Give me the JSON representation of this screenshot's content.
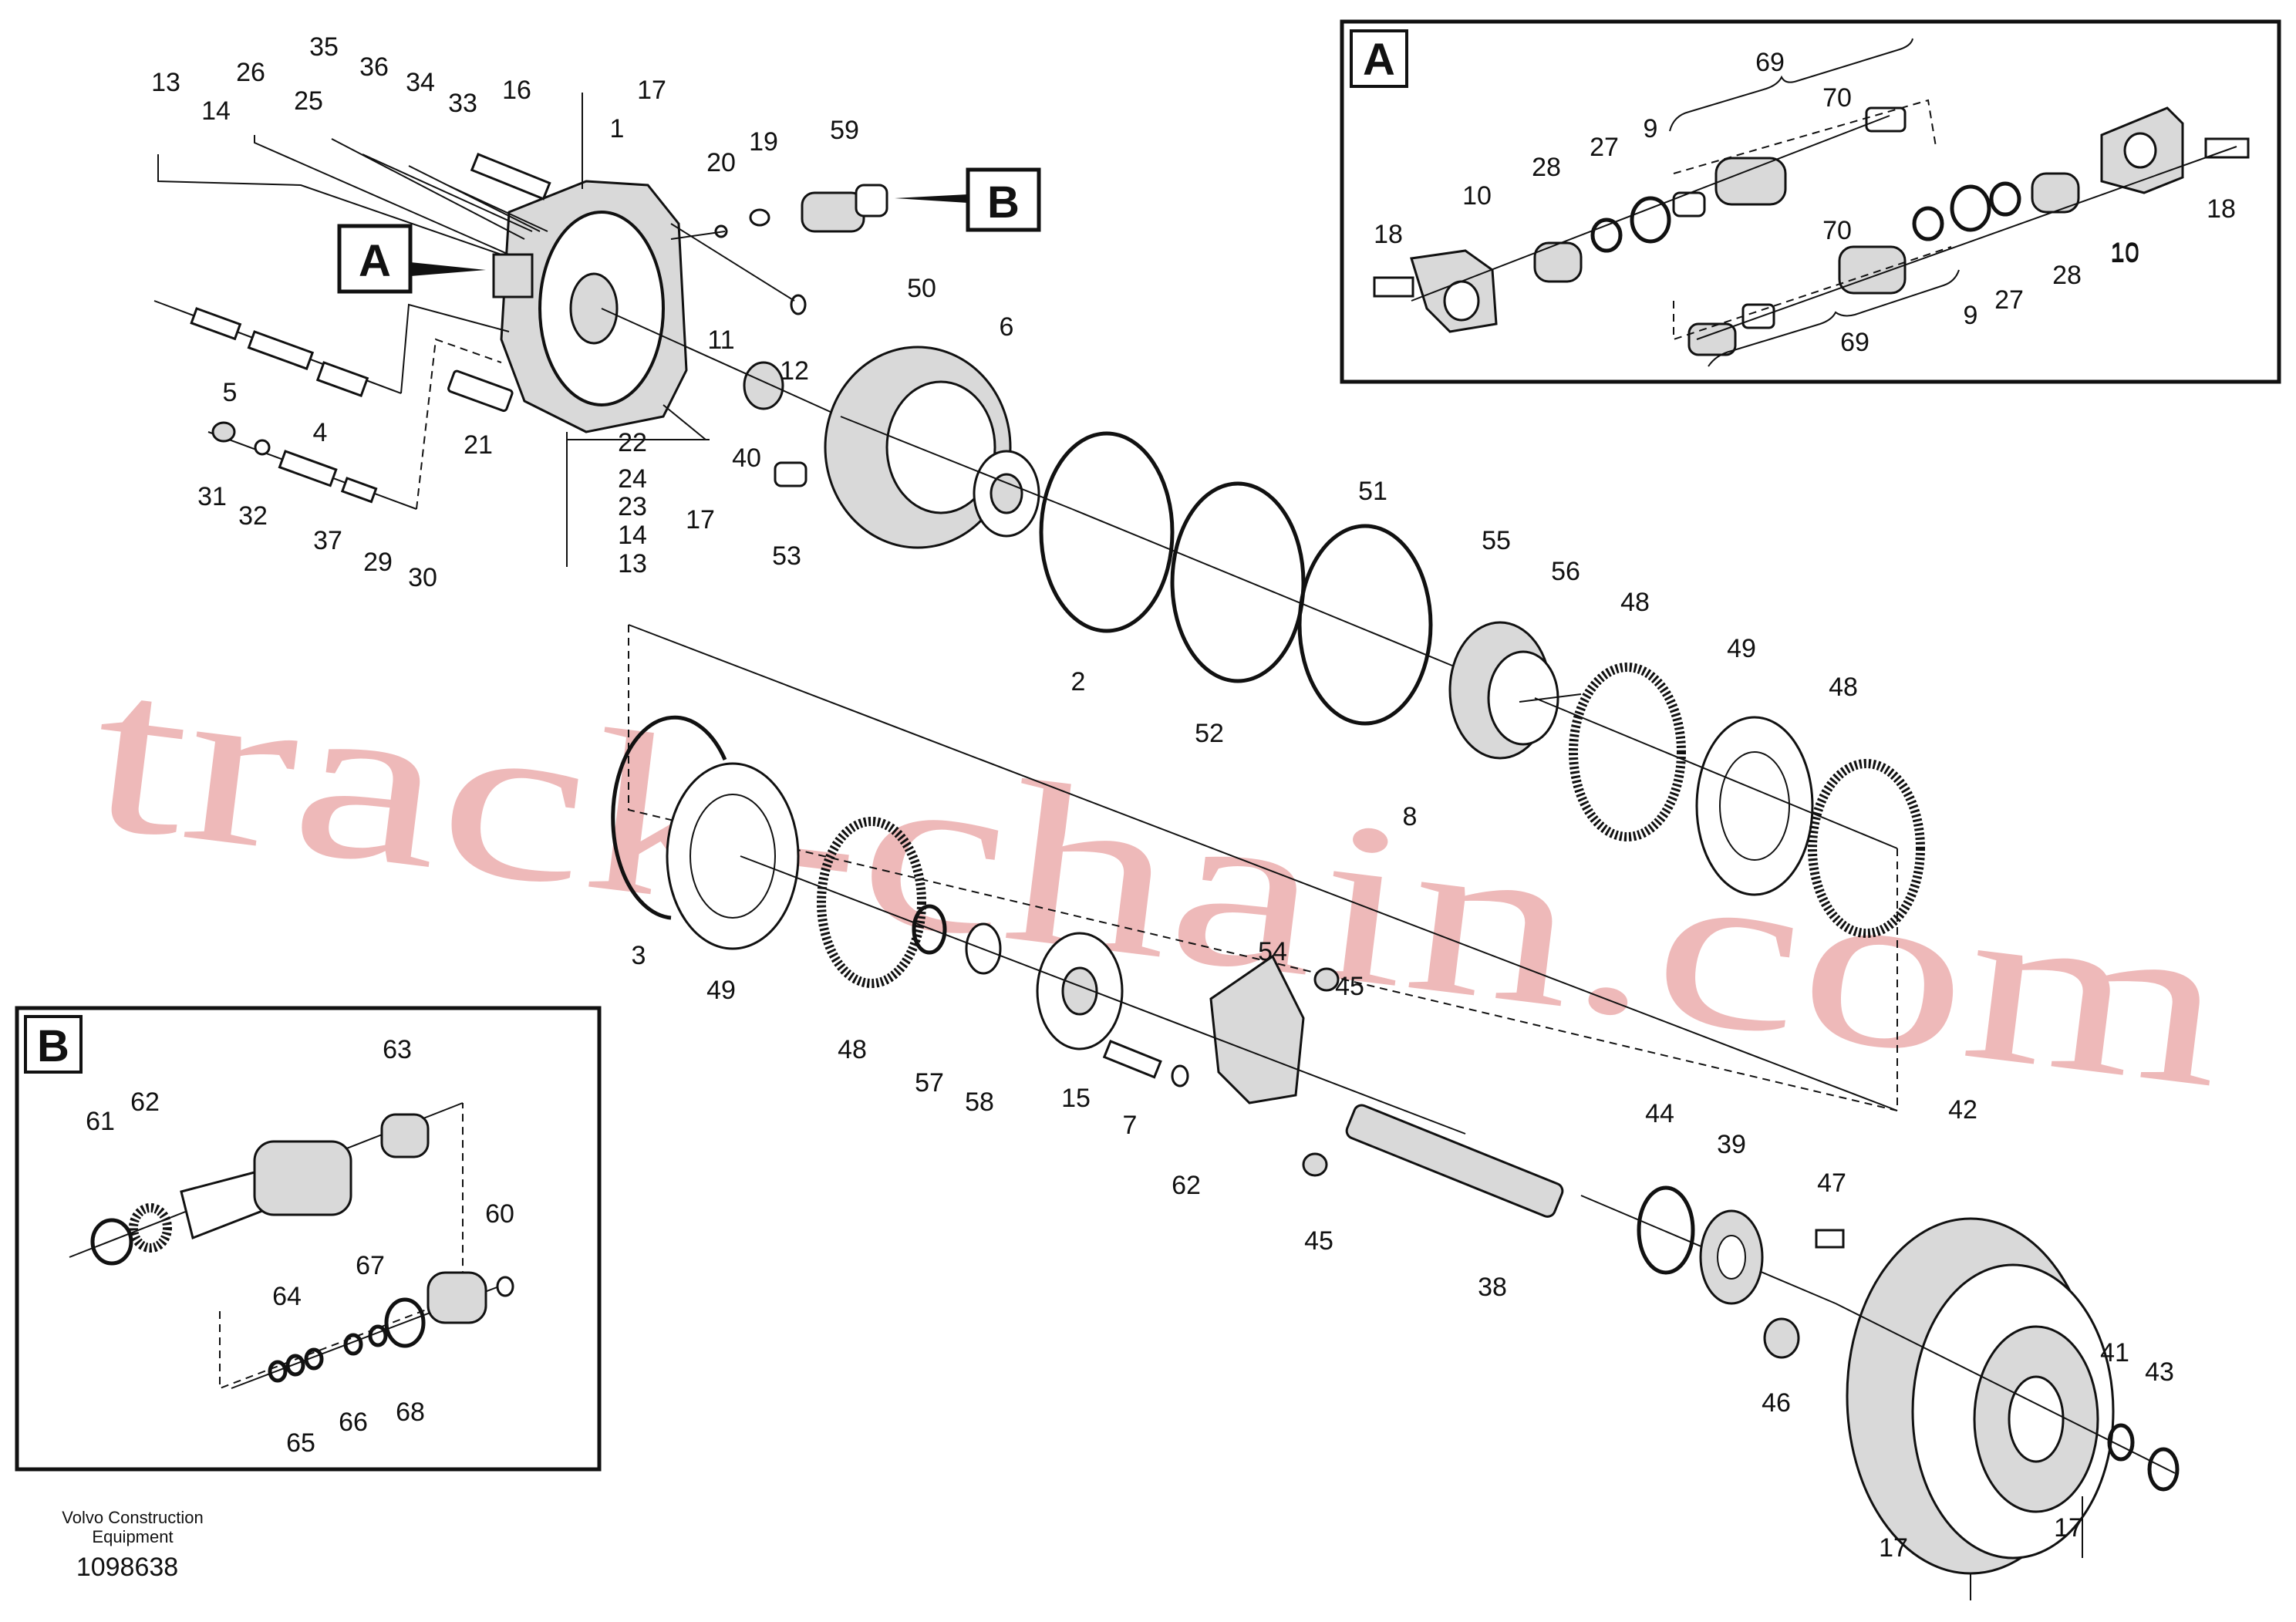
{
  "watermark": "track-chain.com",
  "footer": {
    "company_line1": "Volvo Construction",
    "company_line2": "Equipment",
    "doc_number": "1098638"
  },
  "detail_boxes": [
    {
      "letter": "A"
    },
    {
      "letter": "B"
    }
  ],
  "callouts": {
    "main_A": "A",
    "main_B": "B"
  },
  "labels": [
    "13",
    "26",
    "35",
    "36",
    "34",
    "33",
    "16",
    "17",
    "1",
    "20",
    "19",
    "59",
    "14",
    "25",
    "11",
    "12",
    "50",
    "6",
    "5",
    "4",
    "21",
    "40",
    "31",
    "32",
    "37",
    "29",
    "30",
    "22",
    "24",
    "23",
    "14",
    "13",
    "17",
    "53",
    "2",
    "52",
    "51",
    "55",
    "56",
    "48",
    "49",
    "48",
    "8",
    "3",
    "49",
    "48",
    "57",
    "58",
    "15",
    "7",
    "62",
    "54",
    "45",
    "45",
    "38",
    "44",
    "39",
    "42",
    "47",
    "46",
    "41",
    "43",
    "17",
    "17",
    "69",
    "70",
    "9",
    "27",
    "28",
    "10",
    "18",
    "10",
    "70",
    "9",
    "27",
    "28",
    "10",
    "18",
    "69",
    "63",
    "61",
    "62",
    "60",
    "67",
    "64",
    "65",
    "66",
    "68"
  ]
}
